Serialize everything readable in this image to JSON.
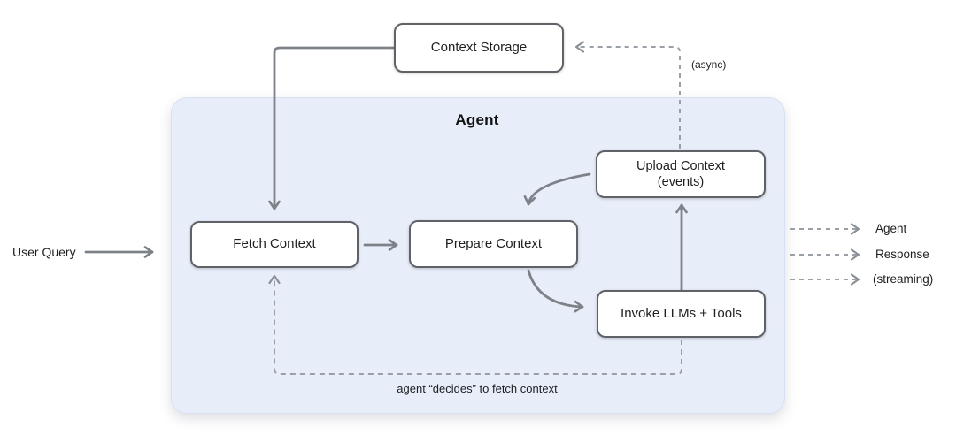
{
  "diagram": {
    "container_title": "Agent",
    "nodes": {
      "context_storage": {
        "label": "Context Storage"
      },
      "fetch_context": {
        "label": "Fetch Context"
      },
      "prepare_context": {
        "label": "Prepare Context"
      },
      "upload_context": {
        "label_line1": "Upload Context",
        "label_line2": "(events)"
      },
      "invoke_llms": {
        "label": "Invoke LLMs + Tools"
      }
    },
    "labels": {
      "user_query": "User Query",
      "async": "(async)",
      "feedback_loop": "agent “decides” to fetch context",
      "output_line1": "Agent",
      "output_line2": "Response",
      "output_line3": "(streaming)"
    },
    "colors": {
      "container_fill": "#e8edfa",
      "node_fill": "#ffffff",
      "node_border": "#5f6368",
      "solid_arrow": "#7d8288",
      "dashed_arrow": "#9aa0a6",
      "text": "#1d1f21"
    }
  }
}
